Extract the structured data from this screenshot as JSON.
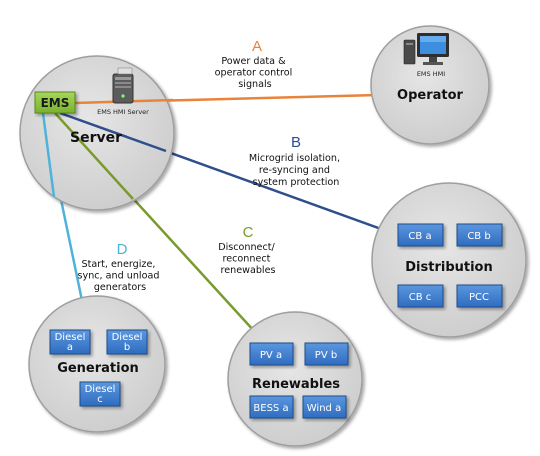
{
  "nodes": {
    "server": {
      "title": "Server",
      "ems_label": "EMS",
      "hmi_server_label": "EMS HMI Server"
    },
    "operator": {
      "title": "Operator",
      "hmi_label": "EMS HMI"
    },
    "distribution": {
      "title": "Distribution",
      "boxes": [
        "CB a",
        "CB b",
        "CB c",
        "PCC"
      ]
    },
    "generation": {
      "title": "Generation",
      "boxes": [
        [
          "Diesel",
          "a"
        ],
        [
          "Diesel",
          "b"
        ],
        [
          "Diesel",
          "c"
        ]
      ]
    },
    "renewables": {
      "title": "Renewables",
      "boxes": [
        "PV a",
        "PV b",
        "BESS a",
        "Wind a"
      ]
    }
  },
  "links": {
    "a": {
      "letter": "A",
      "lines": [
        "Power data &",
        "operator control",
        "signals"
      ],
      "color": "#E8833A"
    },
    "b": {
      "letter": "B",
      "lines": [
        "Microgrid isolation,",
        "re-syncing and",
        "system protection"
      ],
      "color": "#2E4E8C"
    },
    "c": {
      "letter": "C",
      "lines": [
        "Disconnect/",
        "reconnect",
        "renewables"
      ],
      "color": "#7A9A2E"
    },
    "d": {
      "letter": "D",
      "lines": [
        "Start, energize,",
        "sync, and unload",
        "generators"
      ],
      "color": "#4FB3D9"
    }
  },
  "colors": {
    "circle_fill": "#D7D7D7",
    "circle_stroke": "#9E9E9E",
    "box_fill": "#3F7FD0",
    "ems_fill": "#8CC63F"
  }
}
